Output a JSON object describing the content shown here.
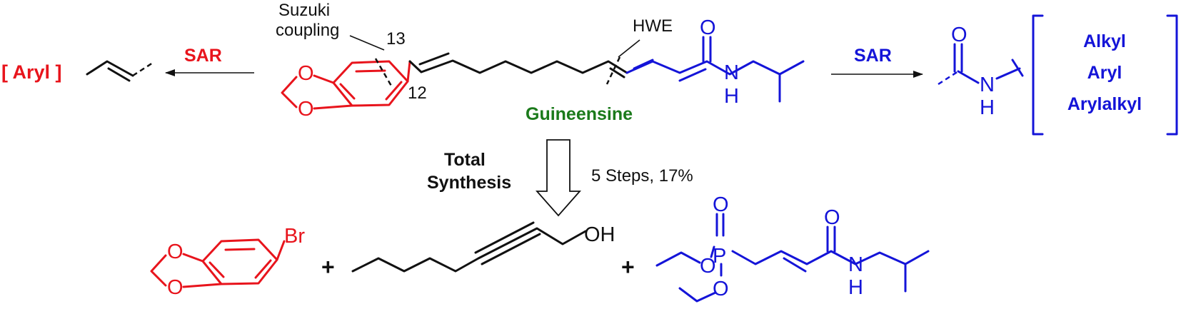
{
  "labels": {
    "sar_left": "SAR",
    "sar_right": "SAR",
    "aryl_bracket": "[ Aryl ]",
    "suzuki_line1": "Suzuki",
    "suzuki_line2": "coupling",
    "hwe": "HWE",
    "num_13": "13",
    "num_12": "12",
    "compound_name": "Guineensine",
    "total_line1": "Total",
    "total_line2": "Synthesis",
    "steps_yield": "5 Steps, 17%",
    "plus_1": "+",
    "plus_2": "+"
  },
  "substituents": [
    "Alkyl",
    "Aryl",
    "Arylalkyl"
  ],
  "atoms": {
    "ring_o_top": "O",
    "ring_o_bottom": "O",
    "amide_o": "O",
    "amide_n": "N",
    "amide_h": "H",
    "sar_amide_o": "O",
    "sar_amide_n": "N",
    "sar_amide_h": "H",
    "bromo_ring_o_top": "O",
    "bromo_ring_o_bottom": "O",
    "bromine": "Br",
    "alcohol_oh": "OH",
    "phosphonate_p": "P",
    "phosphonate_o_double": "O",
    "phosphonate_o_ethoxy_1": "O",
    "phosphonate_o_ethoxy_2": "O",
    "reagent_amide_o": "O",
    "reagent_amide_n": "N",
    "reagent_amide_h": "H"
  },
  "colors": {
    "red": "#e8141c",
    "blue": "#1414d8",
    "green": "#1b7a1b",
    "black": "#111111"
  }
}
